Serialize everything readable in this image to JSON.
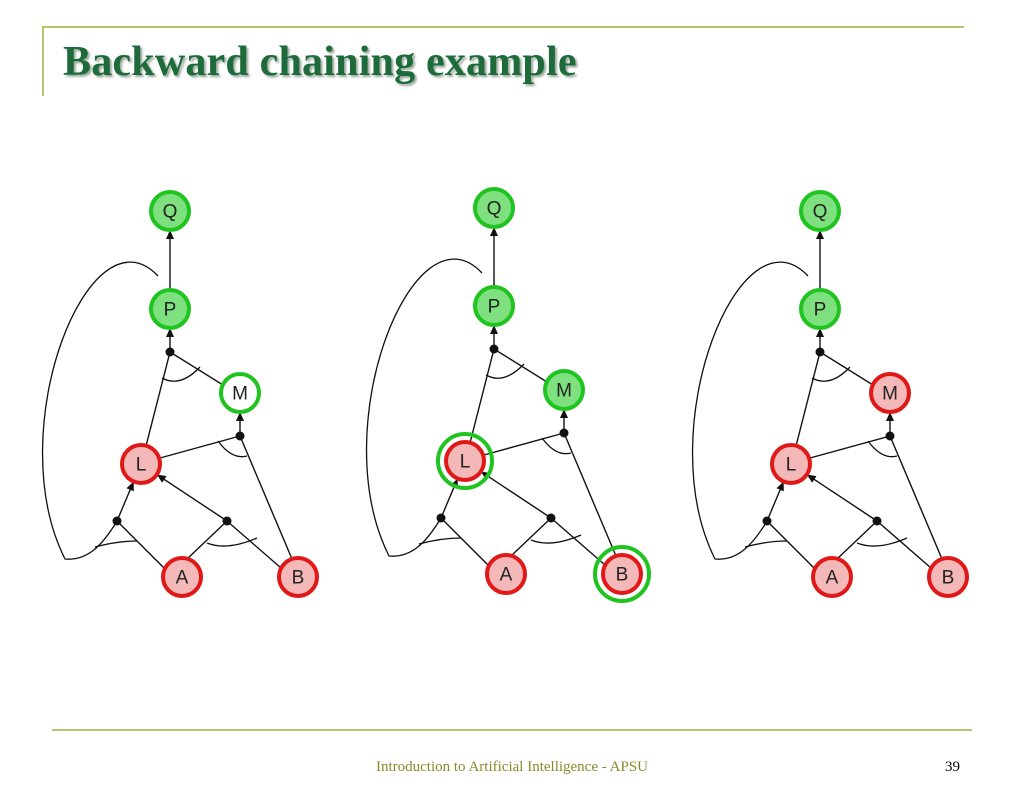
{
  "slide": {
    "title": "Backward chaining example",
    "footer": "Introduction to Artificial Intelligence - APSU",
    "page_number": "39"
  },
  "colors": {
    "title": "#1d6b3a",
    "rule": "#b9c46a",
    "true_fill": "#7ee07e",
    "true_stroke": "#1fc41f",
    "goal_fill": "#ffffff",
    "false_fill": "#f5b8b8",
    "false_stroke": "#e01818",
    "highlight_ring": "#1fc41f"
  },
  "diagrams": [
    {
      "nodes": [
        {
          "id": "Q",
          "label": "Q",
          "state": "true"
        },
        {
          "id": "P",
          "label": "P",
          "state": "true"
        },
        {
          "id": "M",
          "label": "M",
          "state": "goal"
        },
        {
          "id": "L",
          "label": "L",
          "state": "false"
        },
        {
          "id": "A",
          "label": "A",
          "state": "false"
        },
        {
          "id": "B",
          "label": "B",
          "state": "false"
        }
      ],
      "highlighted": []
    },
    {
      "nodes": [
        {
          "id": "Q",
          "label": "Q",
          "state": "true"
        },
        {
          "id": "P",
          "label": "P",
          "state": "true"
        },
        {
          "id": "M",
          "label": "M",
          "state": "true"
        },
        {
          "id": "L",
          "label": "L",
          "state": "false"
        },
        {
          "id": "A",
          "label": "A",
          "state": "false"
        },
        {
          "id": "B",
          "label": "B",
          "state": "false"
        }
      ],
      "highlighted": [
        "L",
        "B"
      ]
    },
    {
      "nodes": [
        {
          "id": "Q",
          "label": "Q",
          "state": "true"
        },
        {
          "id": "P",
          "label": "P",
          "state": "true"
        },
        {
          "id": "M",
          "label": "M",
          "state": "false"
        },
        {
          "id": "L",
          "label": "L",
          "state": "false"
        },
        {
          "id": "A",
          "label": "A",
          "state": "false"
        },
        {
          "id": "B",
          "label": "B",
          "state": "false"
        }
      ],
      "highlighted": []
    }
  ]
}
